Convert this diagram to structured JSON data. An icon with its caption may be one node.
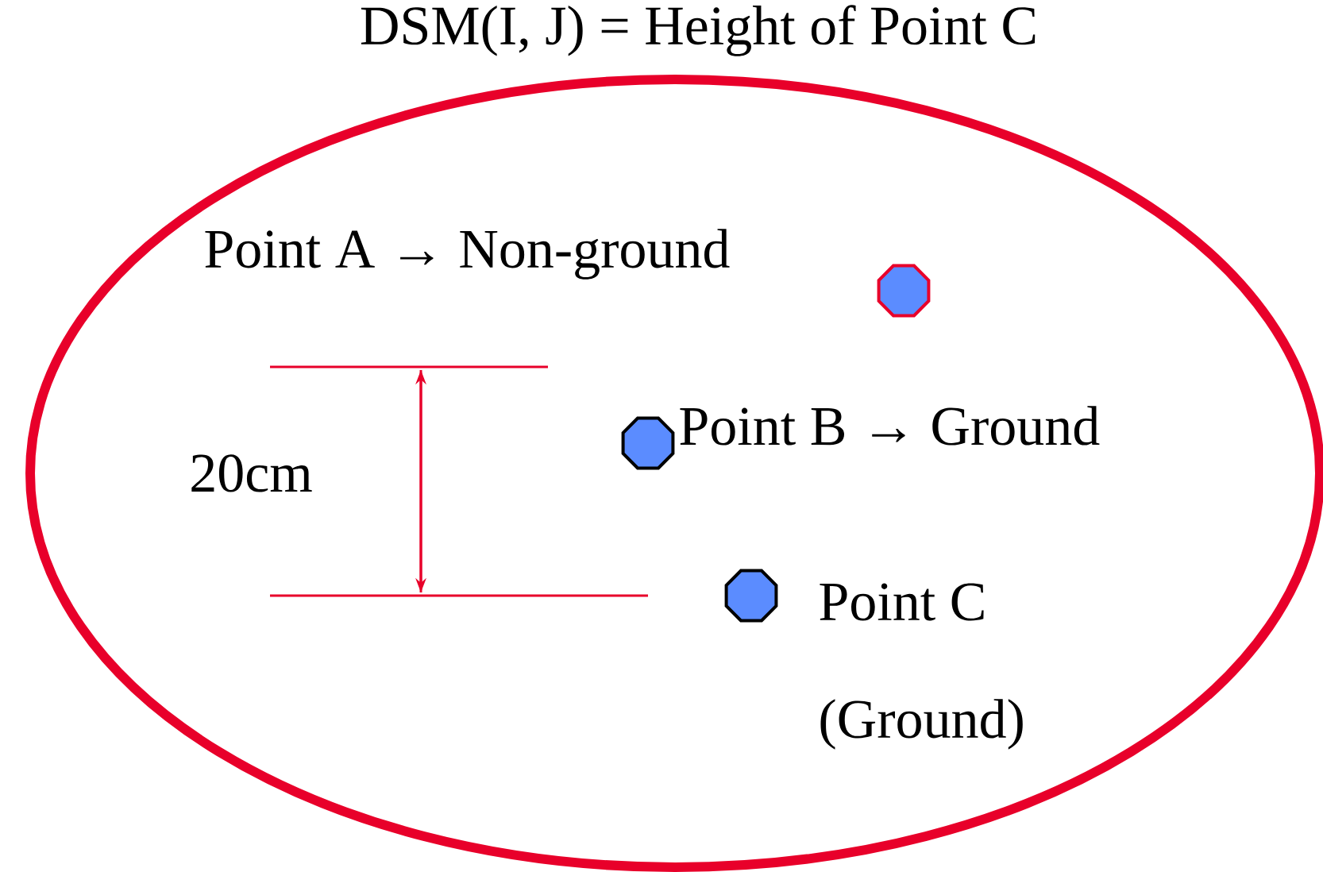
{
  "diagram": {
    "title": "DSM(I, J) = Height of Point C",
    "nodes": [
      {
        "text": [],
        "shape": "ellipse"
      },
      {
        "text": [],
        "shape": "octagon",
        "in": 0,
        "beside": [
          "Point A → Non-ground"
        ]
      },
      {
        "text": [],
        "shape": "octagon",
        "in": 0,
        "beside": [
          "Point B → Ground"
        ]
      },
      {
        "text": [],
        "shape": "octagon",
        "in": 0,
        "beside": [
          "Point C",
          "(Ground)"
        ]
      }
    ],
    "labels": [
      "20cm"
    ]
  }
}
